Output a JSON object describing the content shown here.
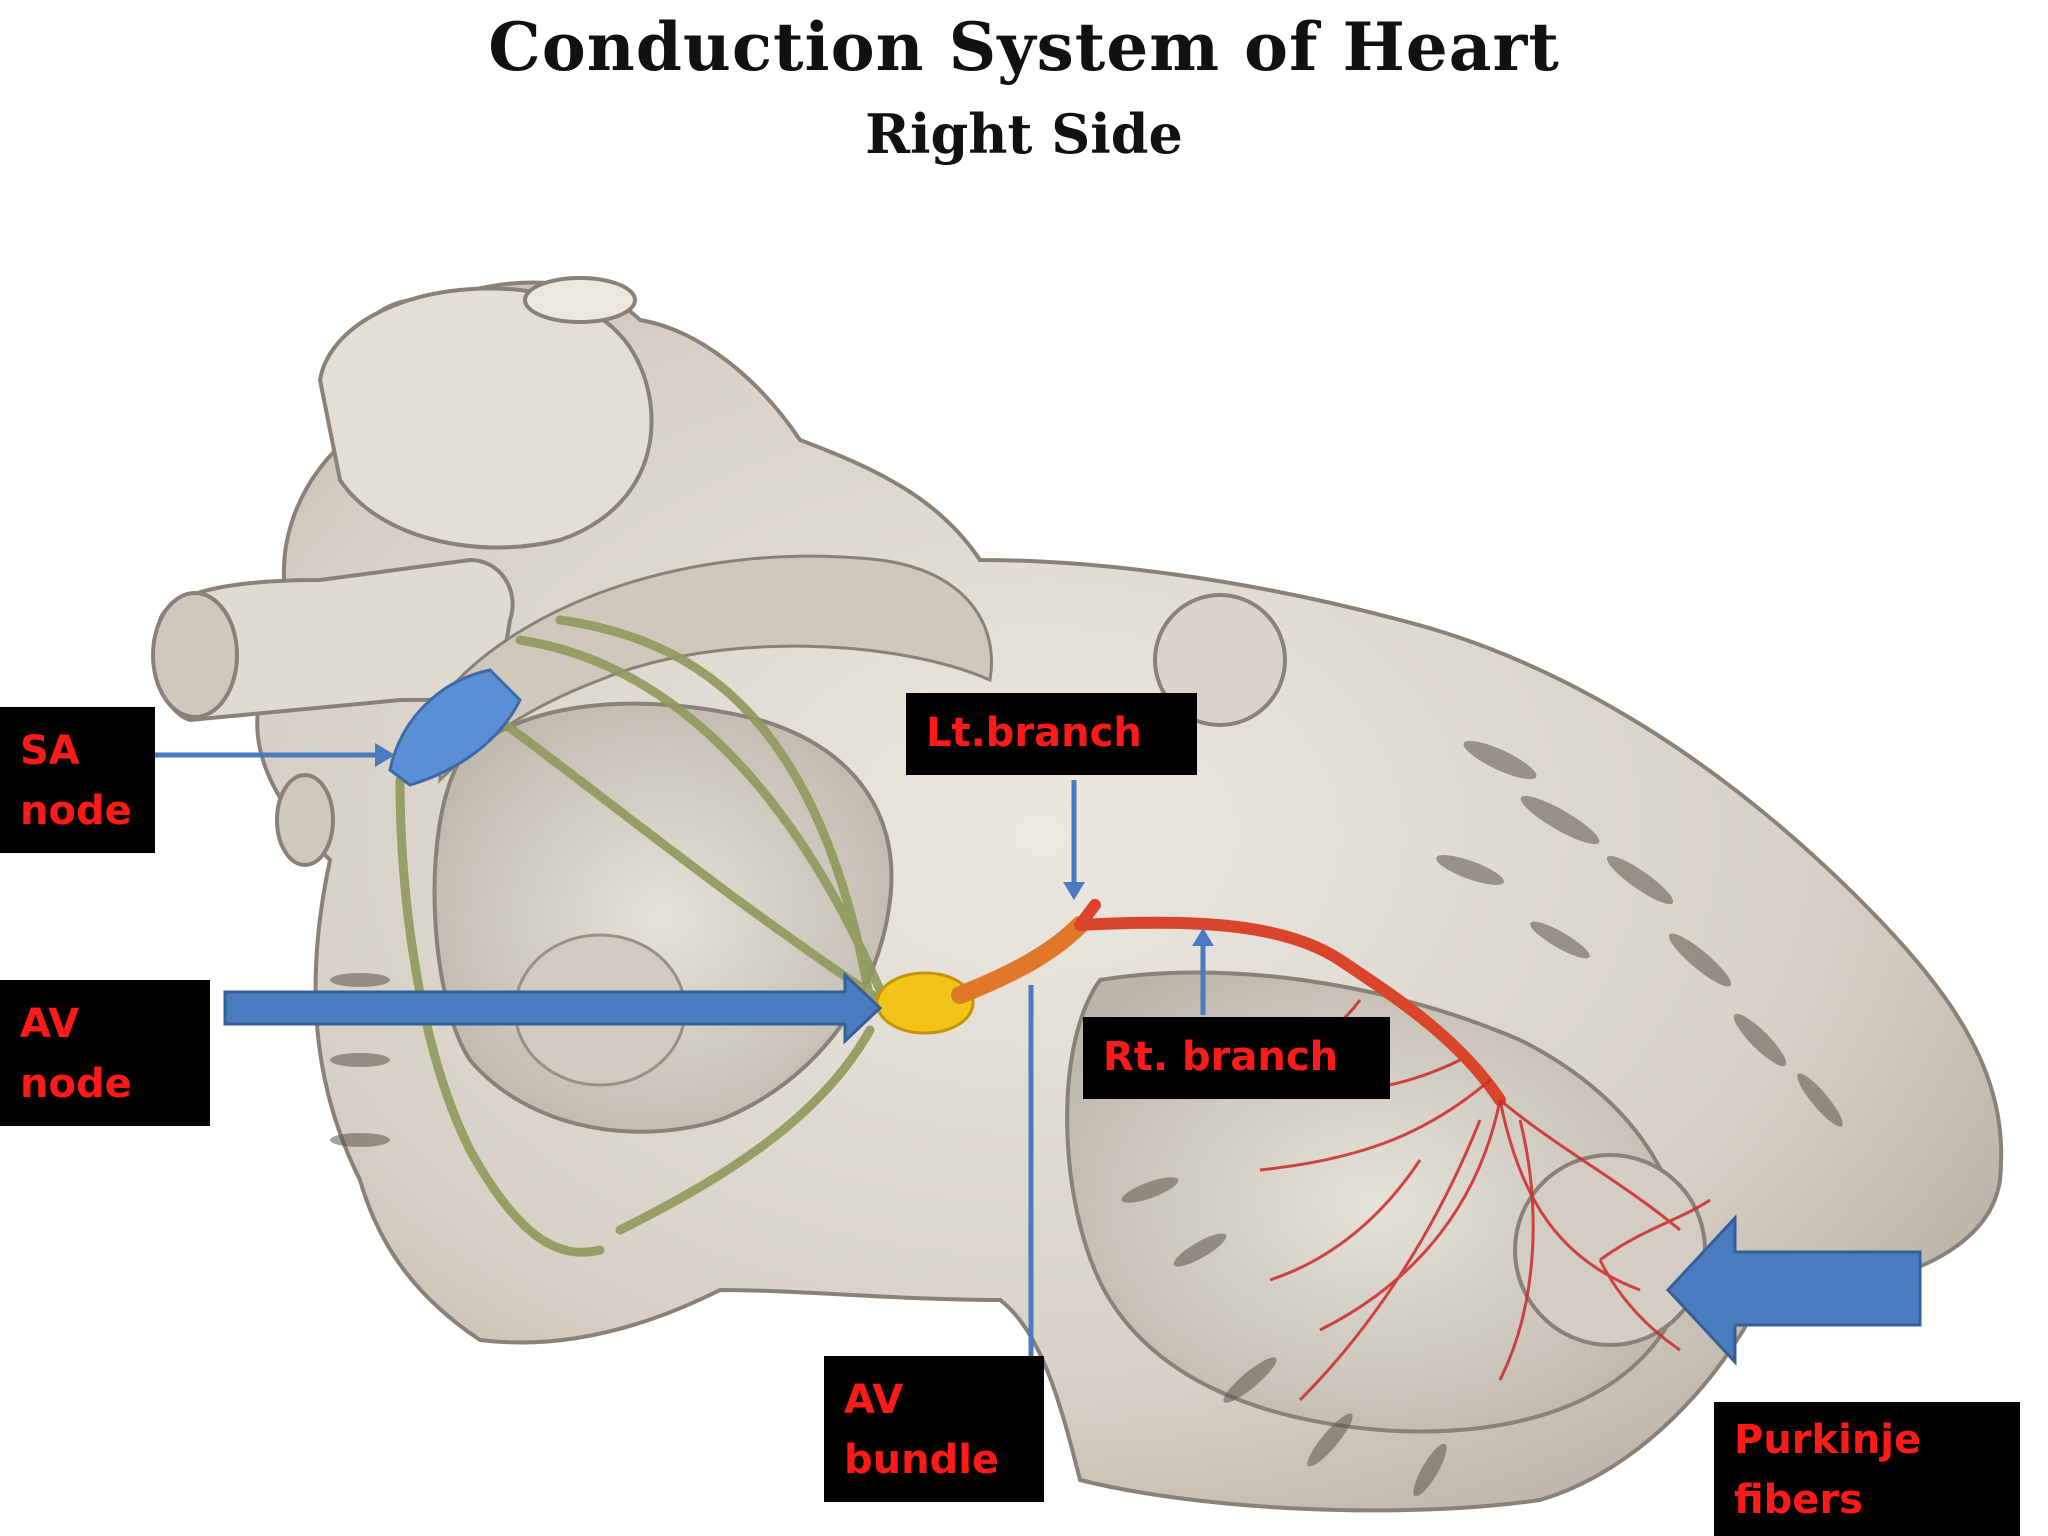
{
  "title": "Conduction System of Heart",
  "subtitle": "Right Side",
  "labels": {
    "sa_node": "SA\nnode",
    "av_node": "AV\nnode",
    "lt_branch": "Lt.branch",
    "rt_branch": "Rt. branch",
    "av_bundle": "AV\nbundle",
    "purkinje": "Purkinje\nfibers"
  },
  "colors": {
    "label_background": "#000000",
    "label_text": "#ff1a1a",
    "arrow": "#4a7bbf",
    "heart_tissue": "#dcd7cf",
    "sa_node": "#5b8fd6",
    "av_node": "#f2c318",
    "bundle_branches": "#d8452b",
    "internodal_pathways": "#8e9a5a"
  }
}
